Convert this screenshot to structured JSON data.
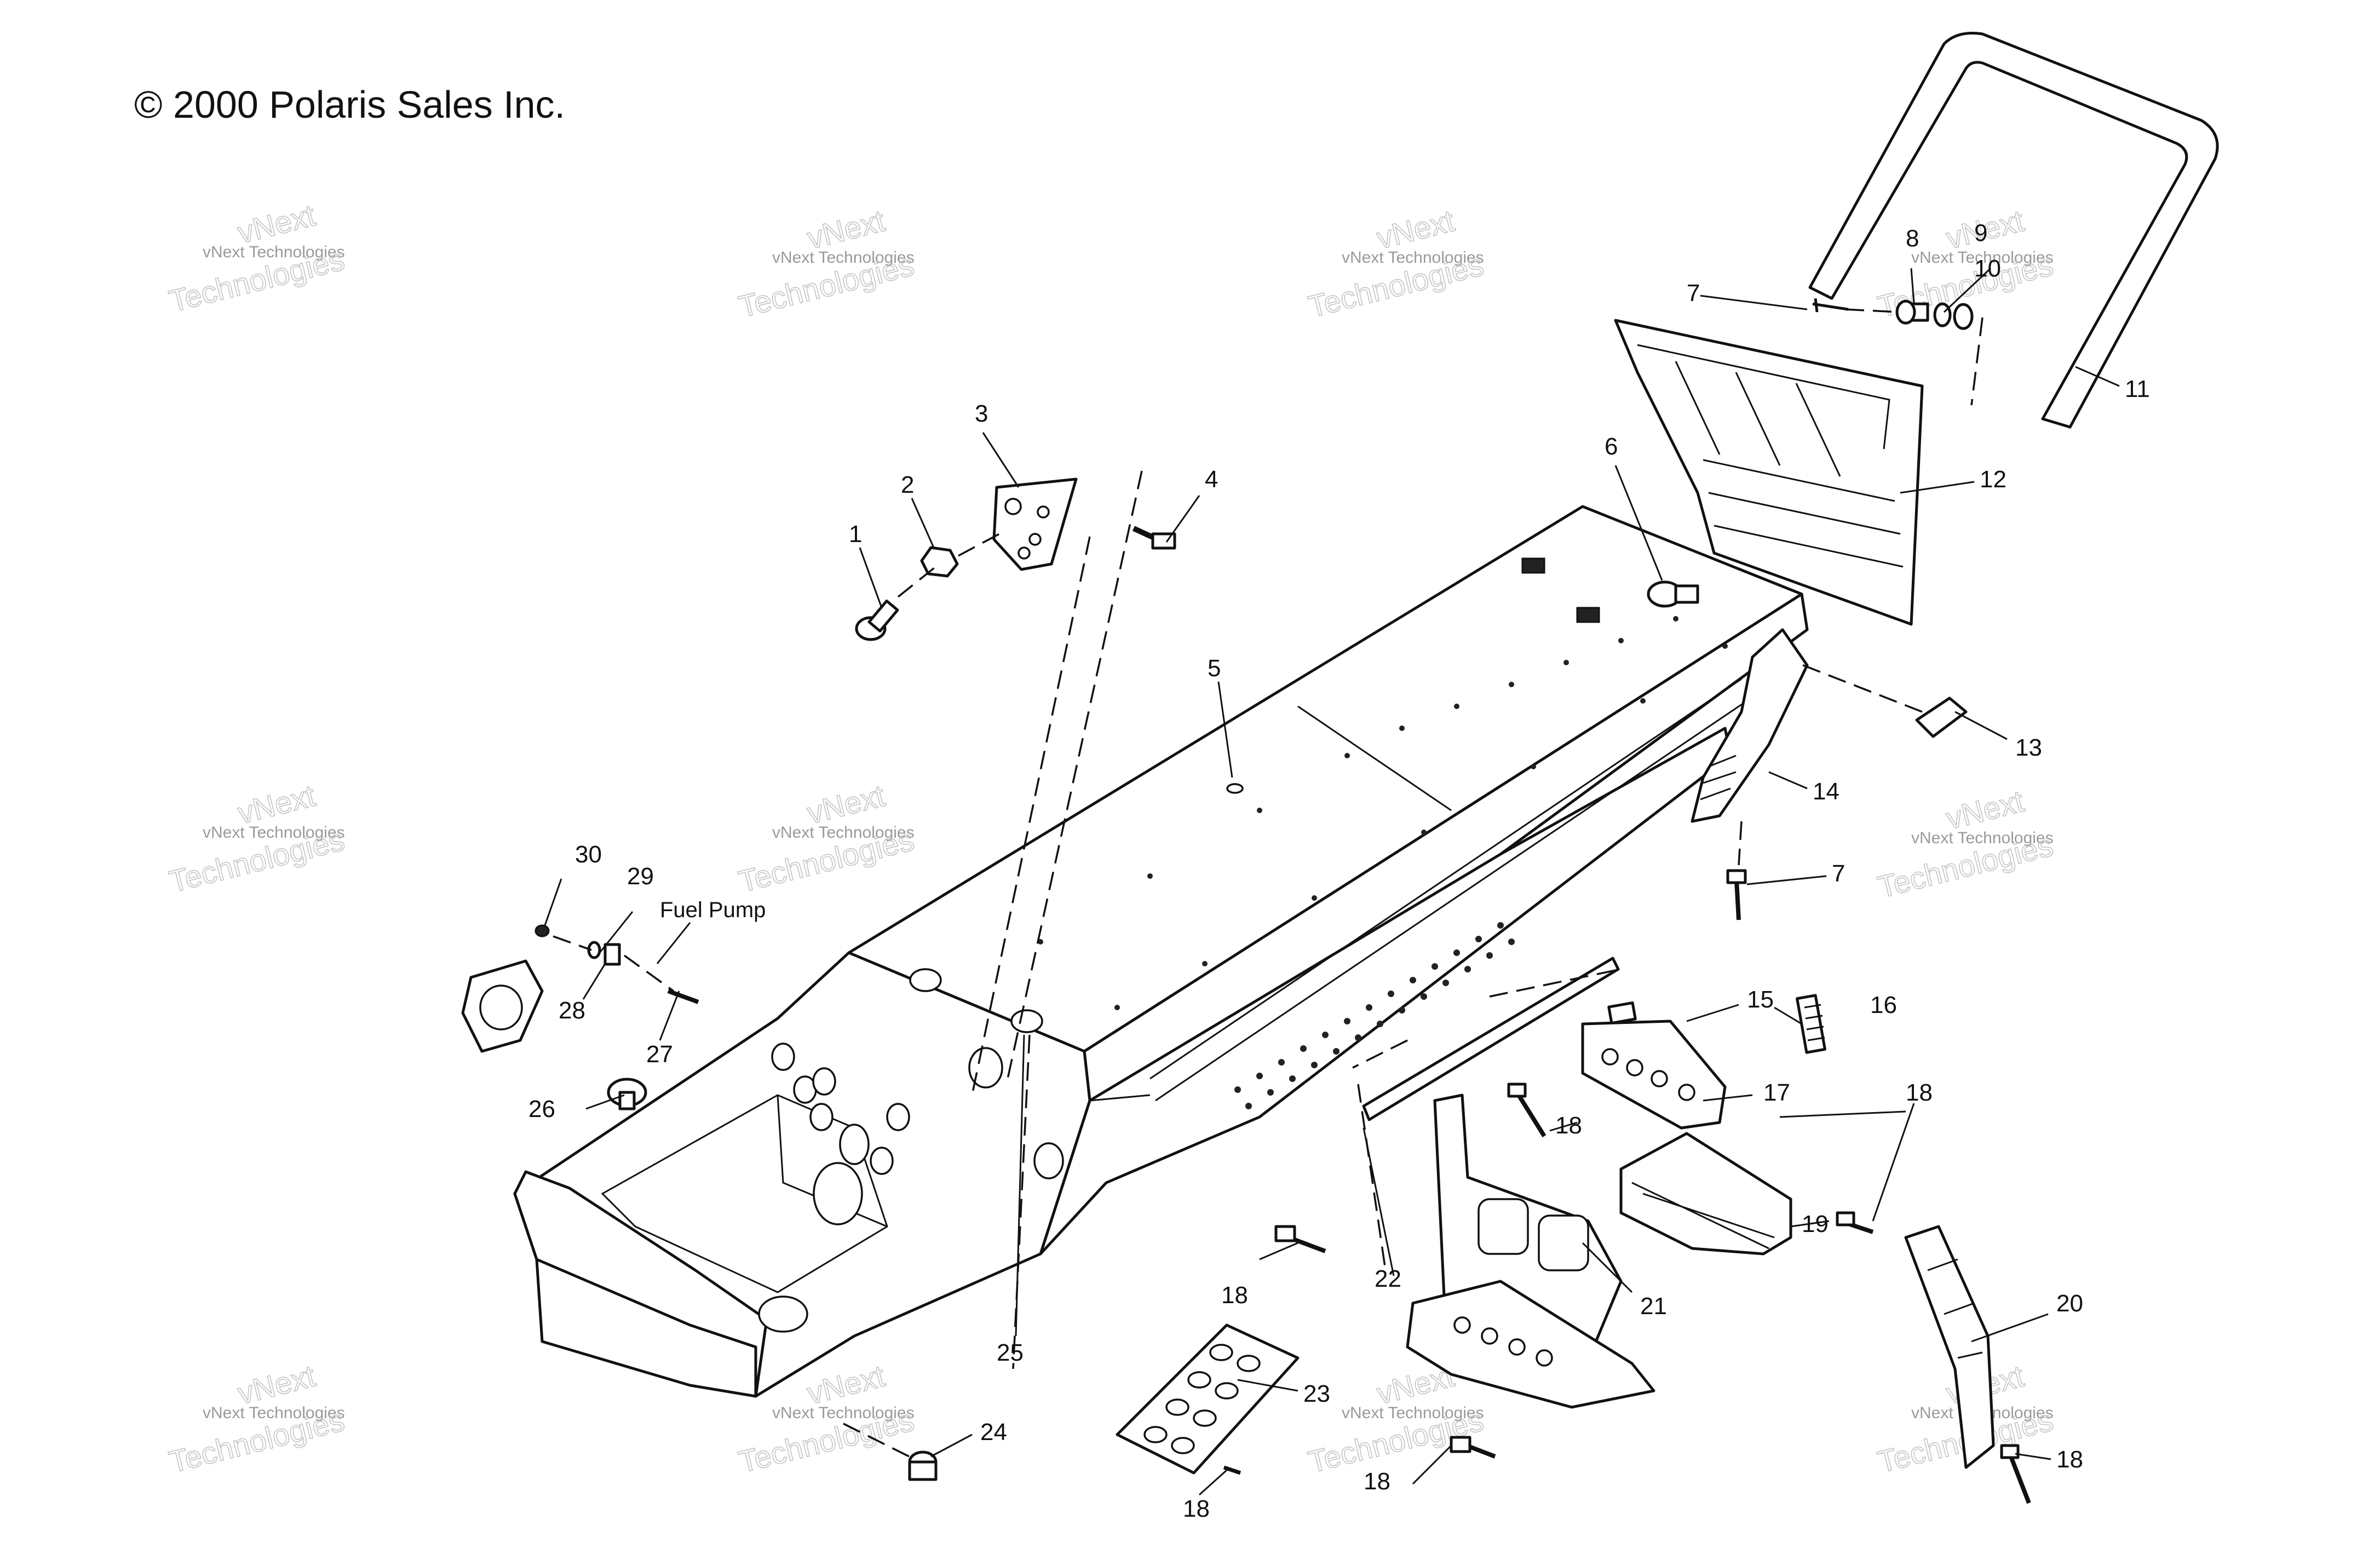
{
  "header": {
    "copyright": "© 2000 Polaris Sales Inc."
  },
  "watermark": {
    "line1": "vNext Technologies",
    "line2": "vNext",
    "line3": "Technologies"
  },
  "callouts": {
    "c1": "1",
    "c2": "2",
    "c3": "3",
    "c4": "4",
    "c5": "5",
    "c6": "6",
    "c7a": "7",
    "c7b": "7",
    "c8": "8",
    "c9": "9",
    "c10": "10",
    "c11": "11",
    "c12": "12",
    "c13": "13",
    "c14": "14",
    "c15": "15",
    "c16": "16",
    "c17": "17",
    "c18a": "18",
    "c18b": "18",
    "c18c": "18",
    "c18d": "18",
    "c18e": "18",
    "c18f": "18",
    "c19": "19",
    "c20": "20",
    "c21": "21",
    "c22": "22",
    "c23": "23",
    "c24": "24",
    "c25": "25",
    "c26": "26",
    "c27": "27",
    "c28": "28",
    "c29": "29",
    "c30": "30"
  },
  "labels": {
    "fuel_pump": "Fuel Pump"
  }
}
